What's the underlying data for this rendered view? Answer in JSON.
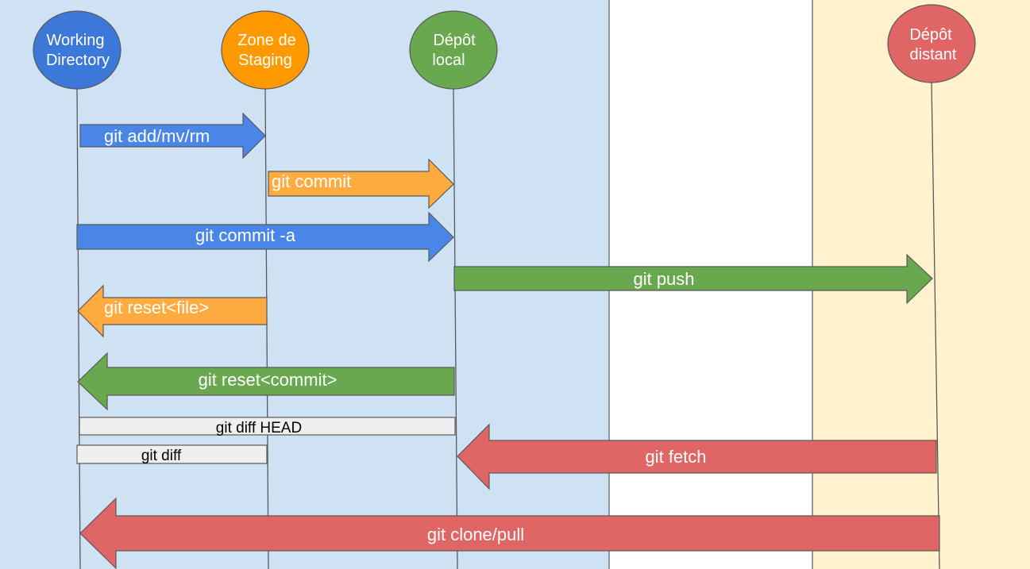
{
  "colors": {
    "blue": "#4a86e8",
    "blue_node": "#3c78d8",
    "orange": "#ff9900",
    "orange_arrow": "#ffab40",
    "green": "#6aa84f",
    "red": "#e06666",
    "zone_local": "#cfe2f3",
    "zone_remote": "#fff2cc"
  },
  "nodes": {
    "working": {
      "line1": "Working",
      "line2": "Directory"
    },
    "staging": {
      "line1": "Zone de",
      "line2": "Staging"
    },
    "local": {
      "line1": "Dépôt",
      "line2": "local"
    },
    "remote": {
      "line1": "Dépôt",
      "line2": "distant"
    }
  },
  "arrows": {
    "add": {
      "label": "git add/mv/rm"
    },
    "commit": {
      "label": "git commit"
    },
    "commit_a": {
      "label": "git commit -a"
    },
    "push": {
      "label": "git push"
    },
    "reset_file": {
      "label": "git reset<file>"
    },
    "reset_commit": {
      "label": "git reset<commit>"
    },
    "fetch": {
      "label": "git fetch"
    },
    "clone_pull": {
      "label": "git clone/pull"
    }
  },
  "boxes": {
    "diff_head": {
      "label": "git diff HEAD"
    },
    "diff": {
      "label": "git diff"
    }
  }
}
